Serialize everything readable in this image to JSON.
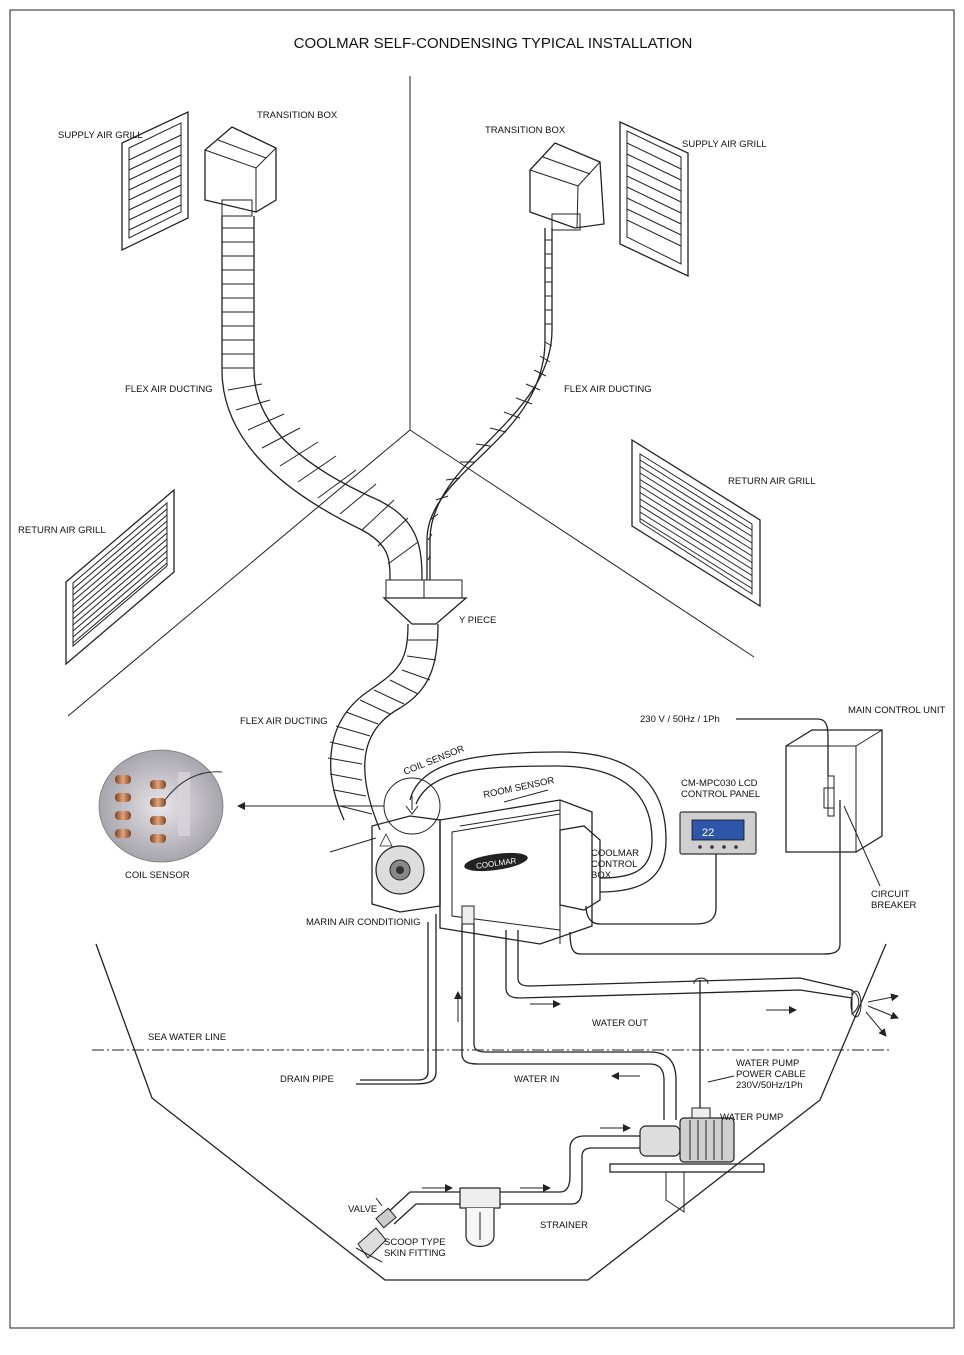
{
  "title": "COOLMAR SELF-CONDENSING TYPICAL INSTALLATION",
  "labels": {
    "transition_box_left": "TRANSITION BOX",
    "transition_box_right": "TRANSITION BOX",
    "supply_air_grill_left": "SUPPLY AIR GRILL",
    "supply_air_grill_right": "SUPPLY AIR GRILL",
    "flex_air_ducting_left": "FLEX AIR DUCTING",
    "flex_air_ducting_right": "FLEX AIR DUCTING",
    "flex_air_ducting_lower": "FLEX AIR DUCTING",
    "return_air_grill_left": "RETURN AIR GRILL",
    "return_air_grill_right": "RETURN AIR GRILL",
    "y_piece": "Y PIECE",
    "power_supply": "230 V / 50Hz / 1Ph",
    "main_control_unit": "MAIN CONTROL UNIT",
    "coil_sensor_top": "COIL SENSOR",
    "room_sensor": "ROOM SENSOR",
    "lcd_panel_line1": "CM-MPC030 LCD",
    "lcd_panel_line2": "CONTROL PANEL",
    "control_box_line1": "COOLMAR",
    "control_box_line2": "CONTROL",
    "control_box_line3": "BOX",
    "coil_sensor_photo": "COIL SENSOR",
    "circuit_breaker_line1": "CIRCUIT",
    "circuit_breaker_line2": "BREAKER",
    "marine_air_conditioning": "MARIN AIR CONDITIONIG",
    "water_out": "WATER OUT",
    "sea_water_line": "SEA WATER LINE",
    "drain_pipe": "DRAIN PIPE",
    "water_in": "WATER IN",
    "pump_cable_line1": "WATER PUMP",
    "pump_cable_line2": "POWER CABLE",
    "pump_cable_line3": "230V/50Hz/1Ph",
    "water_pump": "WATER PUMP",
    "valve": "VALVE",
    "strainer": "STRAINER",
    "skin_fitting_line1": "SCOOP TYPE",
    "skin_fitting_line2": "SKIN FITTING",
    "unit_brand": "COOLMAR",
    "lcd_display": "22"
  },
  "colors": {
    "line": "#222222",
    "copper": "#b87a4e",
    "lcd_screen": "#2d55a8",
    "panel": "#d9d9d9"
  }
}
